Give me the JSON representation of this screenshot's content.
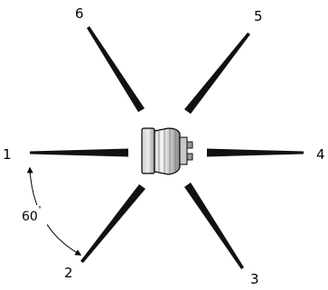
{
  "diagram": {
    "labels": {
      "n1": "1",
      "n2": "2",
      "n3": "3",
      "n4": "4",
      "n5": "5",
      "n6": "6"
    },
    "angle": {
      "value": "60",
      "unit": "°"
    },
    "colors": {
      "spoke": "#111111",
      "hub_light": "#e6e6e6",
      "hub_mid": "#b8b8b8",
      "hub_dark": "#555555",
      "outline": "#000000"
    }
  }
}
